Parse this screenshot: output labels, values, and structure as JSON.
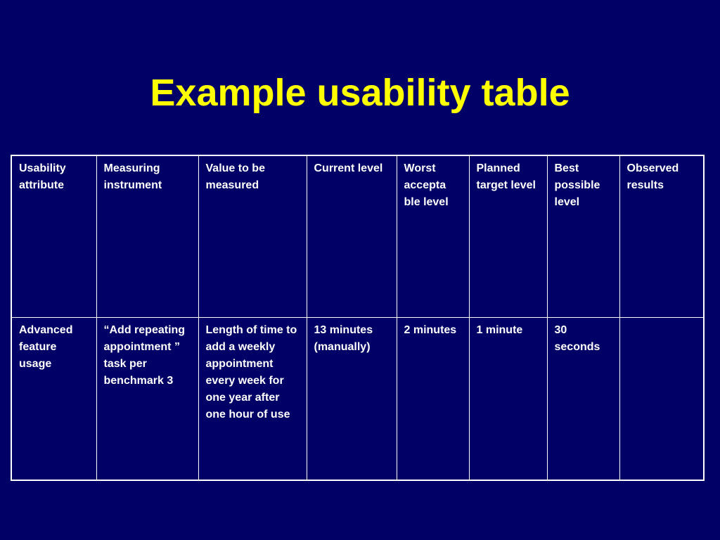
{
  "slide": {
    "title": "Example usability table"
  },
  "table": {
    "headers": [
      "Usability attribute",
      "Measuring instrument",
      "Value to be measured",
      "Current level",
      "Worst accepta ble level",
      "Planned target level",
      "Best possible level",
      "Observed results"
    ],
    "rows": [
      [
        "Advanced feature usage",
        "“Add repeating appointment ” task per benchmark 3",
        "Length of time to add a weekly appointment every week for one year after one hour of use",
        "13 minutes (manually)",
        "2 minutes",
        "1 minute",
        "30 seconds",
        ""
      ]
    ]
  },
  "colors": {
    "background": "#000066",
    "title": "#FFFF00",
    "text": "#FFFFFF",
    "border": "#FFFFFF"
  }
}
